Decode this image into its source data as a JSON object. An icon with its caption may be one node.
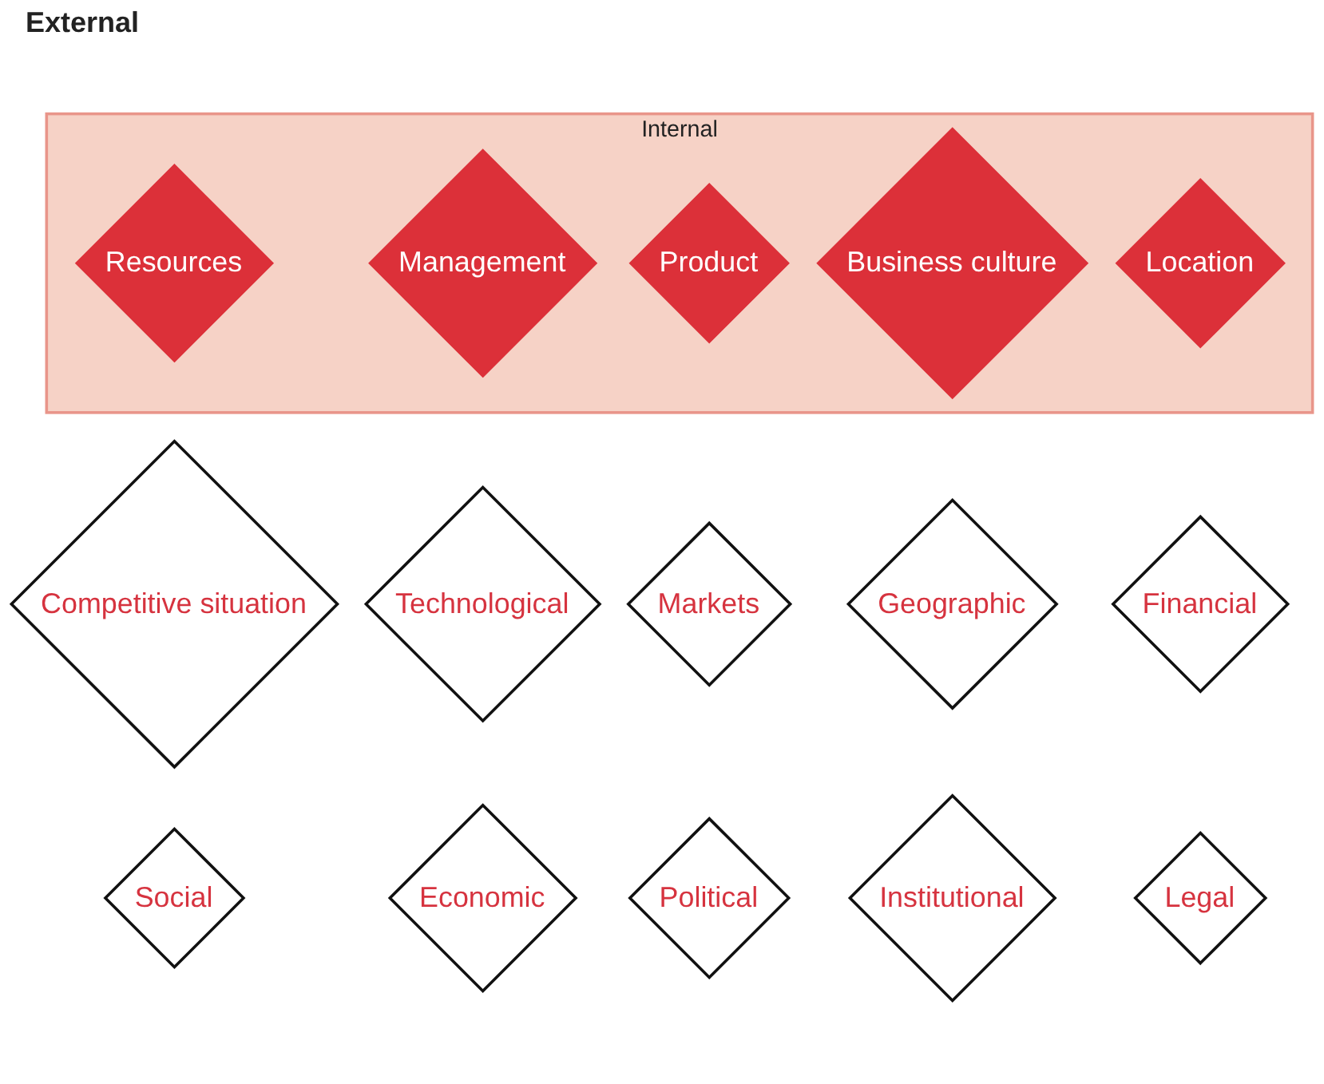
{
  "diagram": {
    "nodes": [
      {
        "text": [
          "Internal"
        ]
      },
      {
        "text": [
          "Resources"
        ],
        "in": 0
      },
      {
        "text": [
          "Management"
        ],
        "in": 0
      },
      {
        "text": [
          "Product"
        ],
        "in": 0
      },
      {
        "text": [
          "Business culture"
        ],
        "in": 0
      },
      {
        "text": [
          "Location"
        ],
        "in": 0
      },
      {
        "text": [
          "Competitive situation"
        ]
      },
      {
        "text": [
          "Technological"
        ]
      },
      {
        "text": [
          "Markets"
        ]
      },
      {
        "text": [
          "Geographic"
        ]
      },
      {
        "text": [
          "Financial"
        ]
      },
      {
        "text": [
          "Social"
        ]
      },
      {
        "text": [
          "Economic"
        ]
      },
      {
        "text": [
          "Political"
        ]
      },
      {
        "text": [
          "Institutional"
        ]
      },
      {
        "text": [
          "Legal"
        ]
      }
    ],
    "labels": [
      "External"
    ]
  }
}
